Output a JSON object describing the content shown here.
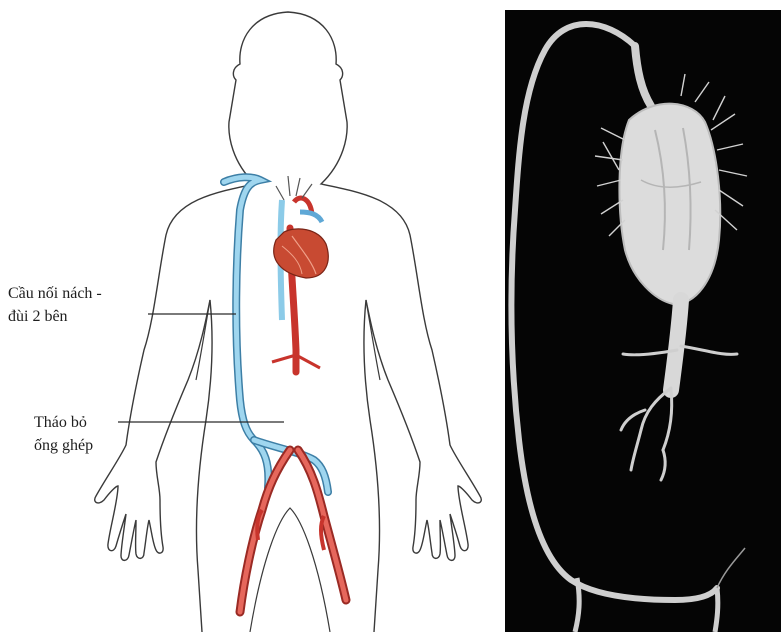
{
  "annotations": {
    "bypass": {
      "line1": "Cầu nối nách -",
      "line2": "đùi 2 bên"
    },
    "graft_removal": {
      "line1": "Tháo bỏ",
      "line2": "ống ghép"
    }
  },
  "colors": {
    "body_outline": "#3a3a3a",
    "graft_blue": "#8ccbe8",
    "graft_blue_edge": "#3d7fa6",
    "artery_red": "#c8342c",
    "artery_red_light": "#e6675c",
    "heart": "#c84a32",
    "ct_background": "#050505",
    "ct_vessel": "#d9d9d9"
  }
}
